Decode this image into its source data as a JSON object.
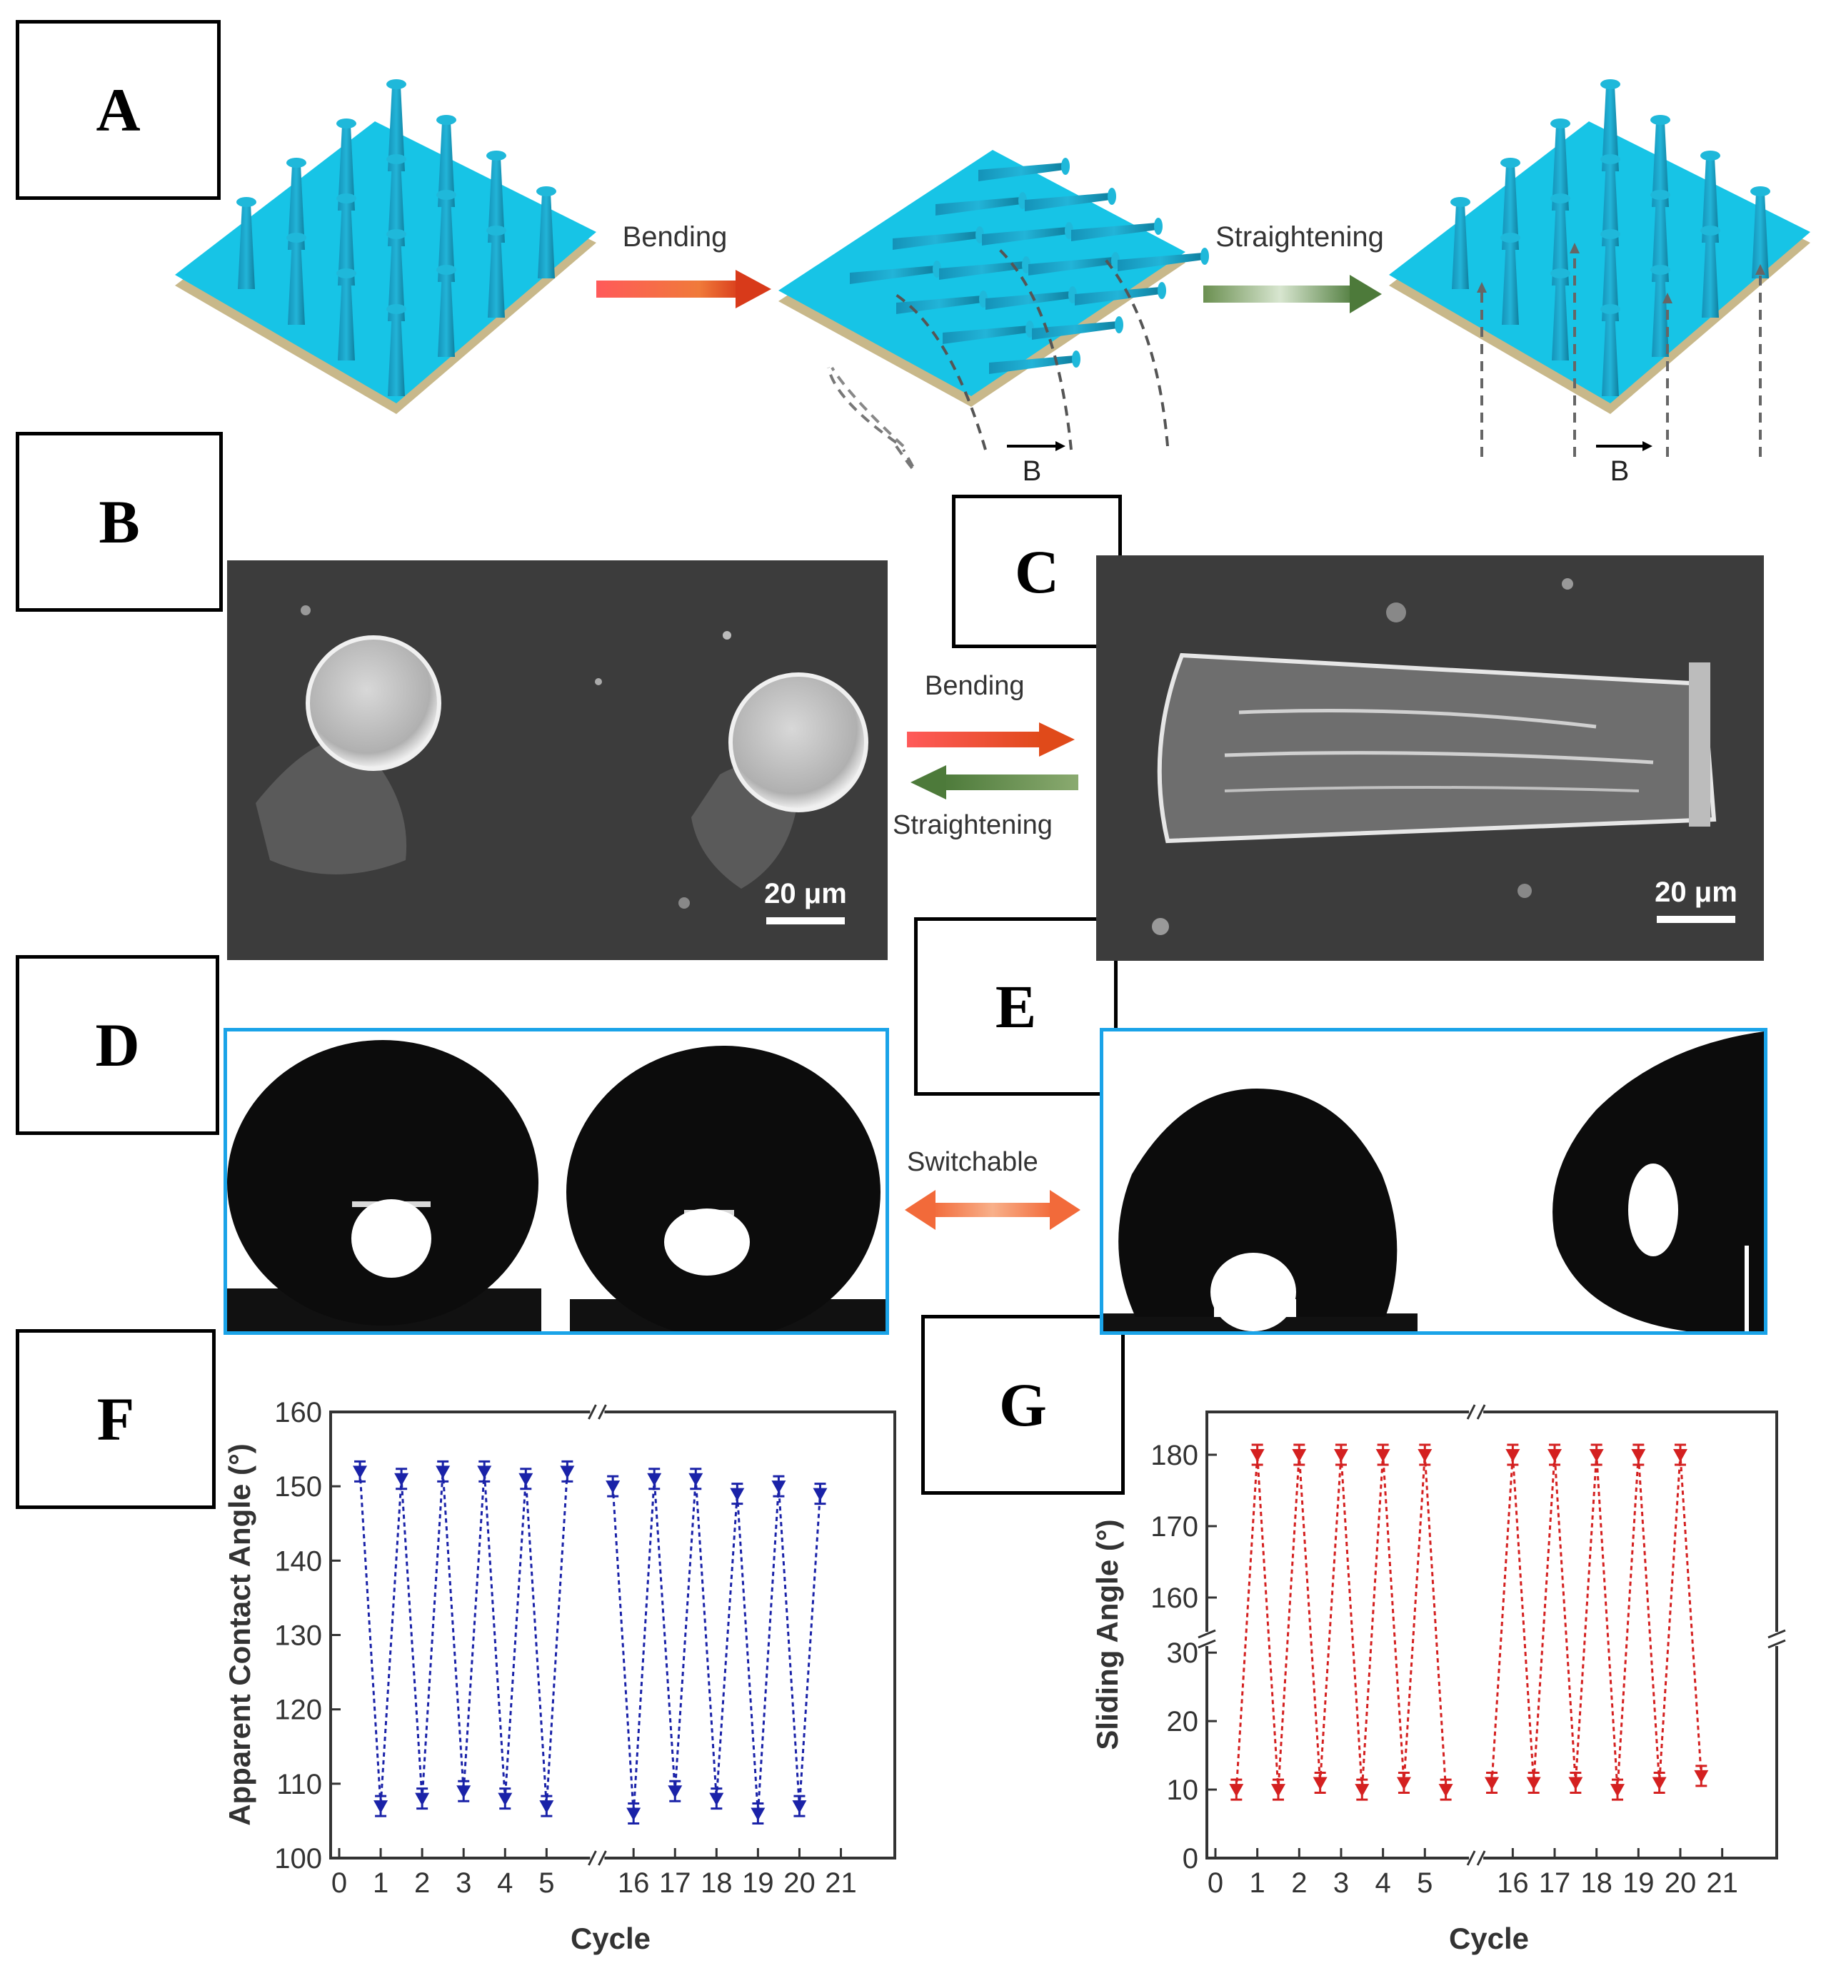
{
  "panel_labels": {
    "A": "A",
    "B": "B",
    "C": "C",
    "D": "D",
    "E": "E",
    "F": "F",
    "G": "G"
  },
  "schematic": {
    "bending_label": "Bending",
    "straightening_label": "Straightening",
    "field_label_1": "B",
    "field_label_2": "B"
  },
  "sem": {
    "bending_label": "Bending",
    "straightening_label": "Straightening",
    "scale_left": "20 μm",
    "scale_right": "20 μm"
  },
  "droplets": {
    "switch_label": "Switchable"
  },
  "colors": {
    "surface": "#17c4e6",
    "pillar": "#1aa3c8",
    "blue_series": "#1a22a8",
    "red_series": "#d42020",
    "panel_border": "#1aa3e8"
  },
  "chart_data": [
    {
      "type": "line",
      "panel": "F",
      "xlabel": "Cycle",
      "ylabel": "Apparent Contact Angle (°)",
      "ylim": [
        100,
        160
      ],
      "yticks": [
        "100",
        "110",
        "120",
        "130",
        "140",
        "150",
        "160"
      ],
      "xticks_left": [
        "0",
        "1",
        "2",
        "3",
        "4",
        "5"
      ],
      "xticks_right": [
        "16",
        "17",
        "18",
        "19",
        "20",
        "21"
      ],
      "x_axis_break": true,
      "series": [
        {
          "x": [
            0.5,
            1,
            1.5,
            2,
            2.5,
            3,
            3.5,
            4,
            4.5,
            5,
            5.5,
            15.5,
            16,
            16.5,
            17,
            17.5,
            18,
            18.5,
            19,
            19.5,
            20,
            20.5
          ],
          "values": [
            152,
            107,
            151,
            108,
            152,
            109,
            152,
            108,
            151,
            107,
            152,
            150,
            106,
            151,
            109,
            151,
            108,
            149,
            106,
            150,
            107,
            149
          ]
        }
      ]
    },
    {
      "type": "line",
      "panel": "G",
      "xlabel": "Cycle",
      "ylabel": "Sliding Angle (°)",
      "yticks": [
        "0",
        "10",
        "20",
        "30",
        "160",
        "170",
        "180"
      ],
      "y_axis_break": true,
      "xticks_left": [
        "0",
        "1",
        "2",
        "3",
        "4",
        "5"
      ],
      "xticks_right": [
        "16",
        "17",
        "18",
        "19",
        "20",
        "21"
      ],
      "x_axis_break": true,
      "series": [
        {
          "x": [
            0.5,
            1,
            1.5,
            2,
            2.5,
            3,
            3.5,
            4,
            4.5,
            5,
            5.5,
            15.5,
            16,
            16.5,
            17,
            17.5,
            18,
            18.5,
            19,
            19.5,
            20,
            20.5
          ],
          "values": [
            10,
            180,
            10,
            180,
            11,
            180,
            10,
            180,
            11,
            180,
            10,
            11,
            180,
            11,
            180,
            11,
            180,
            10,
            180,
            11,
            180,
            12
          ]
        }
      ]
    }
  ]
}
